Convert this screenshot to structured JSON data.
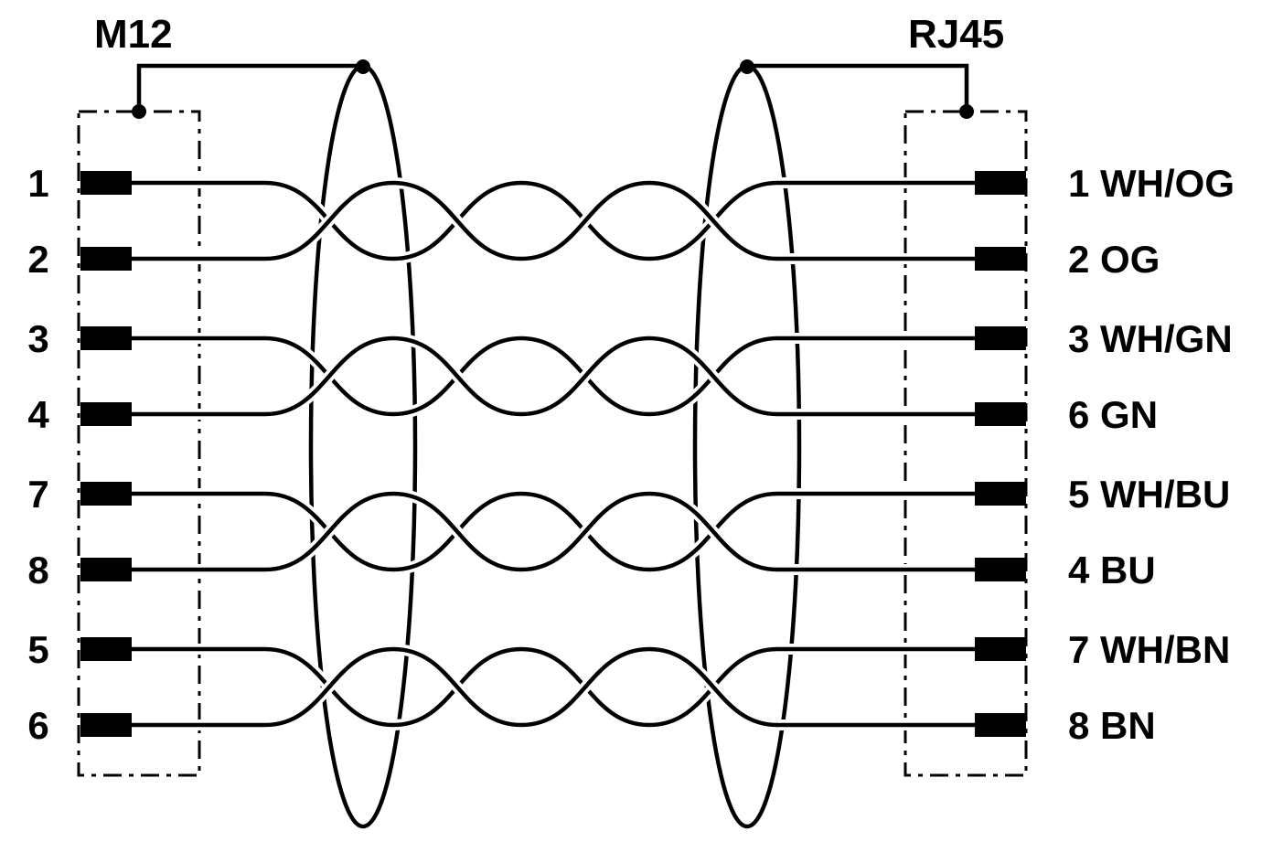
{
  "titles": {
    "left": "M12",
    "right": "RJ45"
  },
  "left_pins": [
    "1",
    "2",
    "3",
    "4",
    "7",
    "8",
    "5",
    "6"
  ],
  "right_pins": [
    "1 WH/OG",
    "2 OG",
    "3 WH/GN",
    "6 GN",
    "5 WH/BU",
    "4 BU",
    "7 WH/BN",
    "8 BN"
  ],
  "twisted_pairs": [
    {
      "m12": [
        "1",
        "2"
      ],
      "rj45": [
        "1 WH/OG",
        "2 OG"
      ]
    },
    {
      "m12": [
        "3",
        "4"
      ],
      "rj45": [
        "3 WH/GN",
        "6 GN"
      ]
    },
    {
      "m12": [
        "7",
        "8"
      ],
      "rj45": [
        "5 WH/BU",
        "4 BU"
      ]
    },
    {
      "m12": [
        "5",
        "6"
      ],
      "rj45": [
        "7 WH/BN",
        "8 BN"
      ]
    }
  ],
  "colors": {
    "wire": "#000000",
    "background": "#ffffff"
  }
}
